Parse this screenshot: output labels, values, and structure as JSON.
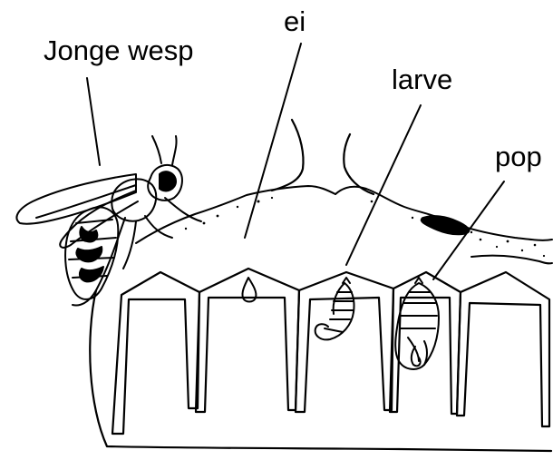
{
  "labels": {
    "wasp": "Jonge wesp",
    "egg": "ei",
    "larva": "larve",
    "pupa": "pop"
  },
  "style": {
    "ink": "#000000",
    "paper": "#ffffff"
  }
}
